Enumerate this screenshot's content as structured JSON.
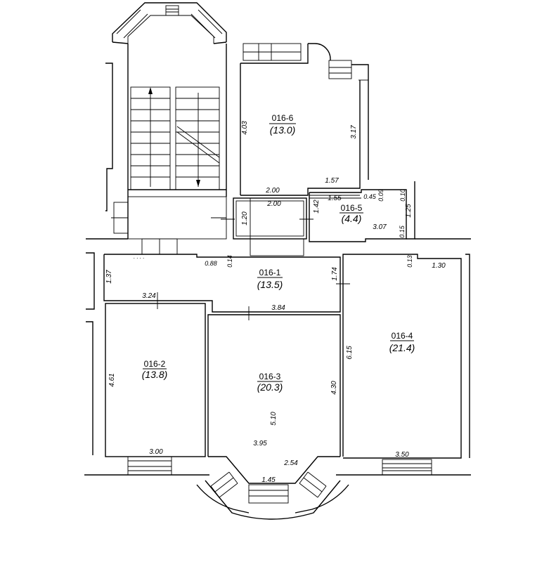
{
  "rooms": [
    {
      "id": "016-1",
      "area": "(13.5)"
    },
    {
      "id": "016-2",
      "area": "(13.8)"
    },
    {
      "id": "016-3",
      "area": "(20.3)"
    },
    {
      "id": "016-4",
      "area": "(21.4)"
    },
    {
      "id": "016-5",
      "area": "(4.4)"
    },
    {
      "id": "016-6",
      "area": "(13.0)"
    }
  ],
  "dims": {
    "r6_height": "4.03",
    "r6_right": "3.17",
    "r6_bottom": "1.57",
    "r6_base": "2.00",
    "corr_width": "2.00",
    "corr_height": "1.20",
    "r5_left": "1.42",
    "r5_top": "1.55",
    "r5_a": "0.45",
    "r5_b": "0.09",
    "r5_c": "0.10",
    "r5_right": "1.25",
    "r5_bottom": "3.07",
    "r5_d": "0.15",
    "r1_height": "1.37",
    "r1_a": "0.88",
    "r1_b": "0.14",
    "r1_right": "1.74",
    "r1_bottom": "3.84",
    "r2_top": "3.24",
    "r2_height": "4.61",
    "r2_bottom": "3.00",
    "r3_height": "4.30",
    "r3_inner": "5.10",
    "r3_bottom": "3.95",
    "r3_bay": "2.54",
    "r3_bay_window": "1.45",
    "r4_a": "0.13",
    "r4_top": "1.30",
    "r4_height": "6.15",
    "r4_bottom": "3.50"
  }
}
